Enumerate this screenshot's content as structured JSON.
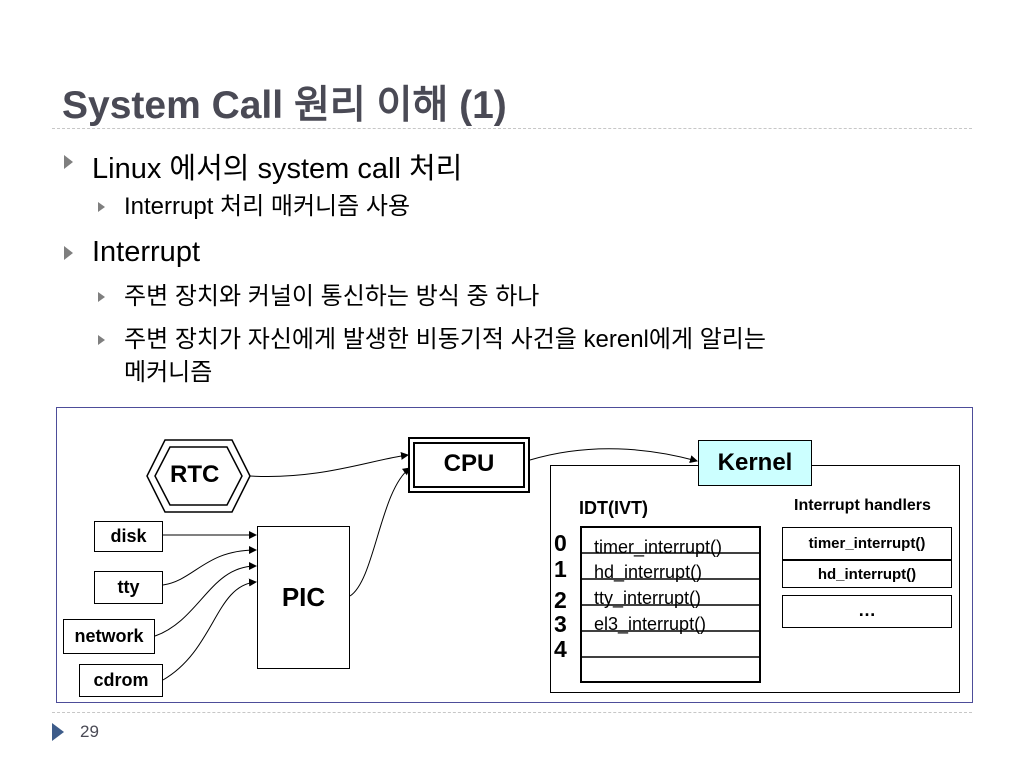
{
  "slide": {
    "title": "System Call 원리 이해 (1)",
    "page_number": "29"
  },
  "bullets": [
    {
      "level": 1,
      "text": "Linux 에서의 system call 처리"
    },
    {
      "level": 2,
      "text": "Interrupt 처리 매커니즘 사용"
    },
    {
      "level": 1,
      "text": "Interrupt"
    },
    {
      "level": 2,
      "text": "주변 장치와 커널이 통신하는 방식 중 하나"
    },
    {
      "level": 2,
      "text": "주변 장치가 자신에게 발생한 비동기적 사건을 kerenl에게 알리는",
      "continuation": "메커니즘"
    }
  ],
  "diagram": {
    "rtc": "RTC",
    "cpu": "CPU",
    "kernel": "Kernel",
    "pic": "PIC",
    "devices": [
      "disk",
      "tty",
      "network",
      "cdrom"
    ],
    "idt_title": "IDT(IVT)",
    "idt_numbers": [
      "0",
      "1",
      "2",
      "3",
      "4"
    ],
    "idt_entries": [
      "timer_interrupt()",
      "hd_interrupt()",
      "tty_interrupt()",
      "el3_interrupt()"
    ],
    "handlers_title": "Interrupt handlers",
    "handlers": [
      "timer_interrupt()",
      "hd_interrupt()",
      "…"
    ],
    "colors": {
      "kernel_fill": "#ccffff",
      "frame_border": "#4d4d99",
      "title_color": "#4a4a55"
    }
  }
}
